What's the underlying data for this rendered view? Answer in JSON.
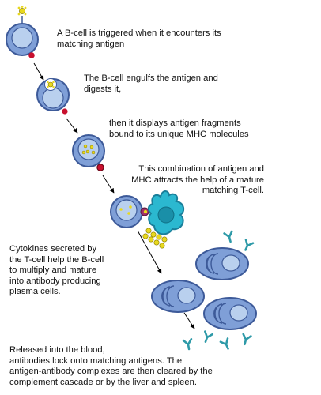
{
  "colors": {
    "cell_fill": "#7f9fd7",
    "cell_outline": "#3d5a99",
    "nucleus_fill": "#b9d0ee",
    "antigen_yellow": "#e8d81e",
    "receptor_red": "#c8102e",
    "mhc_magenta": "#a0306a",
    "t_cell_fill": "#2bb8d0",
    "t_cell_dark": "#1a7f9a",
    "antibody_teal": "#2e9aa8",
    "arrow": "#000000"
  },
  "steps": {
    "s1": {
      "lines": [
        "A B-cell is triggered when it encounters its",
        "matching antigen"
      ]
    },
    "s2": {
      "lines": [
        "The B-cell engulfs the antigen and",
        "digests it,"
      ]
    },
    "s3": {
      "lines": [
        "then it displays antigen fragments",
        "bound to its unique MHC molecules"
      ]
    },
    "s4": {
      "lines": [
        "This combination of antigen and",
        "MHC attracts the help of a mature",
        "matching T-cell."
      ]
    },
    "s5": {
      "lines": [
        "Cytokines secreted by",
        "the T-cell help the B-cell",
        "to multiply and mature",
        "into antibody producing",
        "plasma cells."
      ]
    },
    "s6": {
      "lines": [
        "Released into the blood,",
        "antibodies lock onto matching antigens. The",
        "antigen-antibody complexes are then cleared by the",
        "complement cascade or by the liver and spleen."
      ]
    }
  }
}
